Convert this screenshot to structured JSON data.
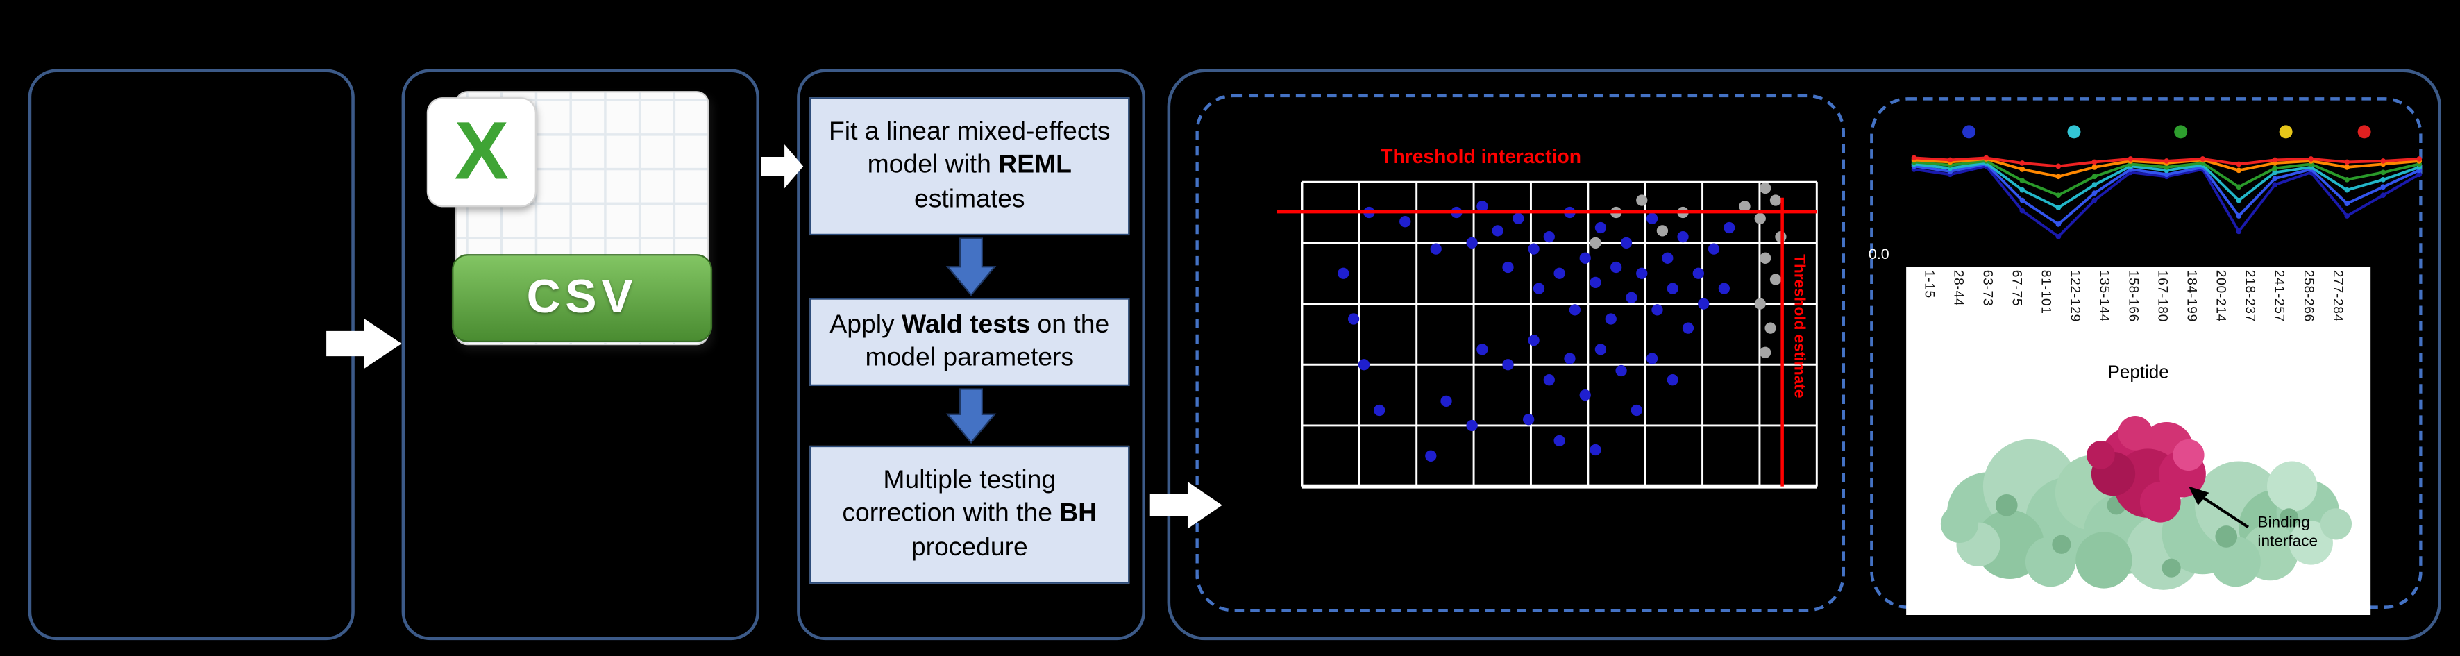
{
  "figure": {
    "csv_icon": {
      "x_label": "X",
      "csv_label": "CSV"
    },
    "steps": [
      {
        "pre": "Fit a linear mixed-effects model with ",
        "bold": "REML",
        "post": " estimates"
      },
      {
        "pre": "Apply ",
        "bold": "Wald tests",
        "post": " on the model parameters"
      },
      {
        "pre": "Multiple testing correction with the ",
        "bold": "BH",
        "post": " procedure"
      }
    ],
    "binding_label": "Binding interface",
    "colors": {
      "panel_border_solid": "#3c5a88",
      "panel_border_dashed": "#4472c4",
      "step_box_fill": "#dae3f3",
      "step_box_border": "#2e4d7b",
      "flow_arrow": "#ffffff",
      "step_arrow": "#4472c4"
    }
  },
  "chart_data": [
    {
      "type": "scatter",
      "title": "",
      "threshold_x_label": "Threshold interaction",
      "threshold_y_label": "Threshold estimate",
      "threshold_color": "#ff0000",
      "threshold_h_frac": 0.098,
      "threshold_v_frac": 0.933,
      "grid": true,
      "series": [
        {
          "name": "significant-blue",
          "color": "#1f1fcf",
          "points": [
            [
              0.13,
              0.1
            ],
            [
              0.2,
              0.13
            ],
            [
              0.26,
              0.22
            ],
            [
              0.3,
              0.1
            ],
            [
              0.33,
              0.2
            ],
            [
              0.35,
              0.08
            ],
            [
              0.38,
              0.16
            ],
            [
              0.4,
              0.28
            ],
            [
              0.42,
              0.12
            ],
            [
              0.45,
              0.22
            ],
            [
              0.46,
              0.35
            ],
            [
              0.48,
              0.18
            ],
            [
              0.5,
              0.3
            ],
            [
              0.52,
              0.1
            ],
            [
              0.53,
              0.42
            ],
            [
              0.55,
              0.25
            ],
            [
              0.57,
              0.33
            ],
            [
              0.58,
              0.15
            ],
            [
              0.6,
              0.45
            ],
            [
              0.61,
              0.28
            ],
            [
              0.63,
              0.2
            ],
            [
              0.64,
              0.38
            ],
            [
              0.66,
              0.3
            ],
            [
              0.68,
              0.12
            ],
            [
              0.69,
              0.42
            ],
            [
              0.71,
              0.25
            ],
            [
              0.72,
              0.35
            ],
            [
              0.74,
              0.18
            ],
            [
              0.75,
              0.48
            ],
            [
              0.77,
              0.3
            ],
            [
              0.78,
              0.4
            ],
            [
              0.8,
              0.22
            ],
            [
              0.82,
              0.35
            ],
            [
              0.83,
              0.15
            ],
            [
              0.35,
              0.55
            ],
            [
              0.4,
              0.6
            ],
            [
              0.45,
              0.52
            ],
            [
              0.48,
              0.65
            ],
            [
              0.52,
              0.58
            ],
            [
              0.55,
              0.7
            ],
            [
              0.58,
              0.55
            ],
            [
              0.62,
              0.62
            ],
            [
              0.65,
              0.75
            ],
            [
              0.68,
              0.58
            ],
            [
              0.72,
              0.65
            ],
            [
              0.28,
              0.72
            ],
            [
              0.33,
              0.8
            ],
            [
              0.44,
              0.78
            ],
            [
              0.5,
              0.85
            ],
            [
              0.57,
              0.88
            ],
            [
              0.25,
              0.9
            ],
            [
              0.12,
              0.6
            ],
            [
              0.15,
              0.75
            ],
            [
              0.08,
              0.3
            ],
            [
              0.1,
              0.45
            ]
          ]
        },
        {
          "name": "nonsignificant-gray",
          "color": "#a6a6a6",
          "points": [
            [
              0.9,
              0.02
            ],
            [
              0.92,
              0.06
            ],
            [
              0.89,
              0.12
            ],
            [
              0.93,
              0.18
            ],
            [
              0.9,
              0.25
            ],
            [
              0.92,
              0.32
            ],
            [
              0.89,
              0.4
            ],
            [
              0.91,
              0.48
            ],
            [
              0.9,
              0.56
            ],
            [
              0.66,
              0.06
            ],
            [
              0.7,
              0.16
            ],
            [
              0.74,
              0.1
            ],
            [
              0.57,
              0.2
            ],
            [
              0.61,
              0.1
            ],
            [
              0.86,
              0.08
            ]
          ]
        }
      ]
    },
    {
      "type": "line",
      "xlabel": "Peptide",
      "y_tick": "0.0",
      "x_labels": [
        "1-15",
        "28-44",
        "63-73",
        "67-75",
        "81-101",
        "122-129",
        "135-144",
        "158-166",
        "167-180",
        "184-199",
        "200-214",
        "218-237",
        "241-257",
        "258-266",
        "277-284"
      ],
      "legend_dot_colors": [
        "#2233cc",
        "#33c6d6",
        "#2e9e2e",
        "#e6c619",
        "#e02020"
      ],
      "series": [
        {
          "name": "dark-blue",
          "color": "#1a1aad",
          "values": [
            0.85,
            0.8,
            0.88,
            0.45,
            0.2,
            0.55,
            0.82,
            0.78,
            0.85,
            0.25,
            0.7,
            0.82,
            0.4,
            0.6,
            0.8
          ]
        },
        {
          "name": "blue",
          "color": "#3355ee",
          "values": [
            0.88,
            0.83,
            0.9,
            0.55,
            0.32,
            0.62,
            0.85,
            0.8,
            0.87,
            0.4,
            0.76,
            0.85,
            0.52,
            0.68,
            0.84
          ]
        },
        {
          "name": "cyan",
          "color": "#22b6c9",
          "values": [
            0.9,
            0.86,
            0.91,
            0.65,
            0.48,
            0.7,
            0.88,
            0.84,
            0.89,
            0.55,
            0.82,
            0.87,
            0.65,
            0.75,
            0.87
          ]
        },
        {
          "name": "green",
          "color": "#2a9a2a",
          "values": [
            0.92,
            0.89,
            0.93,
            0.74,
            0.6,
            0.78,
            0.9,
            0.87,
            0.91,
            0.68,
            0.86,
            0.9,
            0.75,
            0.82,
            0.9
          ]
        },
        {
          "name": "orange",
          "color": "#ff8800",
          "values": [
            0.94,
            0.92,
            0.95,
            0.85,
            0.78,
            0.87,
            0.93,
            0.91,
            0.94,
            0.84,
            0.91,
            0.93,
            0.87,
            0.9,
            0.93
          ]
        },
        {
          "name": "red",
          "color": "#ee2222",
          "values": [
            0.96,
            0.94,
            0.96,
            0.91,
            0.88,
            0.92,
            0.95,
            0.93,
            0.95,
            0.9,
            0.94,
            0.95,
            0.92,
            0.93,
            0.95
          ]
        }
      ]
    }
  ]
}
